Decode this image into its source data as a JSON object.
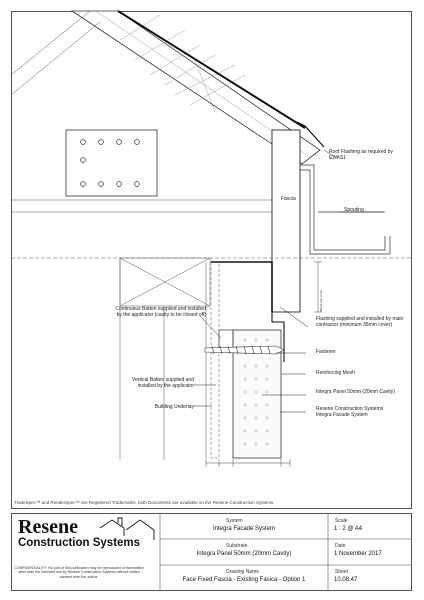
{
  "notes": {
    "roof_flashing": "Roof Flashing as required by E2/AS1",
    "fascia": "Fascia",
    "spouting": "Spouting",
    "continuous_batten": "Continuous Batten supplied and installed by the applicator (cavity to be closed off)",
    "flashing_supplied": "Flashing supplied and installed by main contractor (minimum 35mm cover)",
    "fastener": "Fastener",
    "reinforcing_mesh": "Reinforcing Mesh",
    "vertical_batten": "Vertical Batten supplied and installed by the applicator",
    "integra_panel": "Integra Panel 50mm (20mm Cavity)",
    "building_underlay": "Building Underlay",
    "resene_system": "Resene Construction Systems Integra Facade System",
    "dimension_label": "35mm min cover"
  },
  "trademark": "TradeSpec™ and RenderSpec™ are Registered Trademarks, both Documents are available on the Resene Construction Systems",
  "logo": {
    "main": "Resene",
    "sub": "Construction Systems"
  },
  "confidential": "CONFIDENTIALITY: No part of this publication may be reproduced or transmitted other than the intended use by Resene Construction Systems without written consent from the author.",
  "title_block": {
    "system_label": "System",
    "system_value": "Integra Facade System",
    "substrate_label": "Substrate",
    "substrate_value": "Integra Panel 50mm (20mm Cavity)",
    "drawing_name_label": "Drawing Name",
    "drawing_name_value": "Face Fixed Fascia - Existing Fasica - Option 1",
    "scale_label": "Scale",
    "scale_value": "1 : 2 @ A4",
    "date_label": "Date",
    "date_value": "1 November 2017",
    "sheet_label": "Sheet",
    "sheet_value": "10.08.47"
  }
}
